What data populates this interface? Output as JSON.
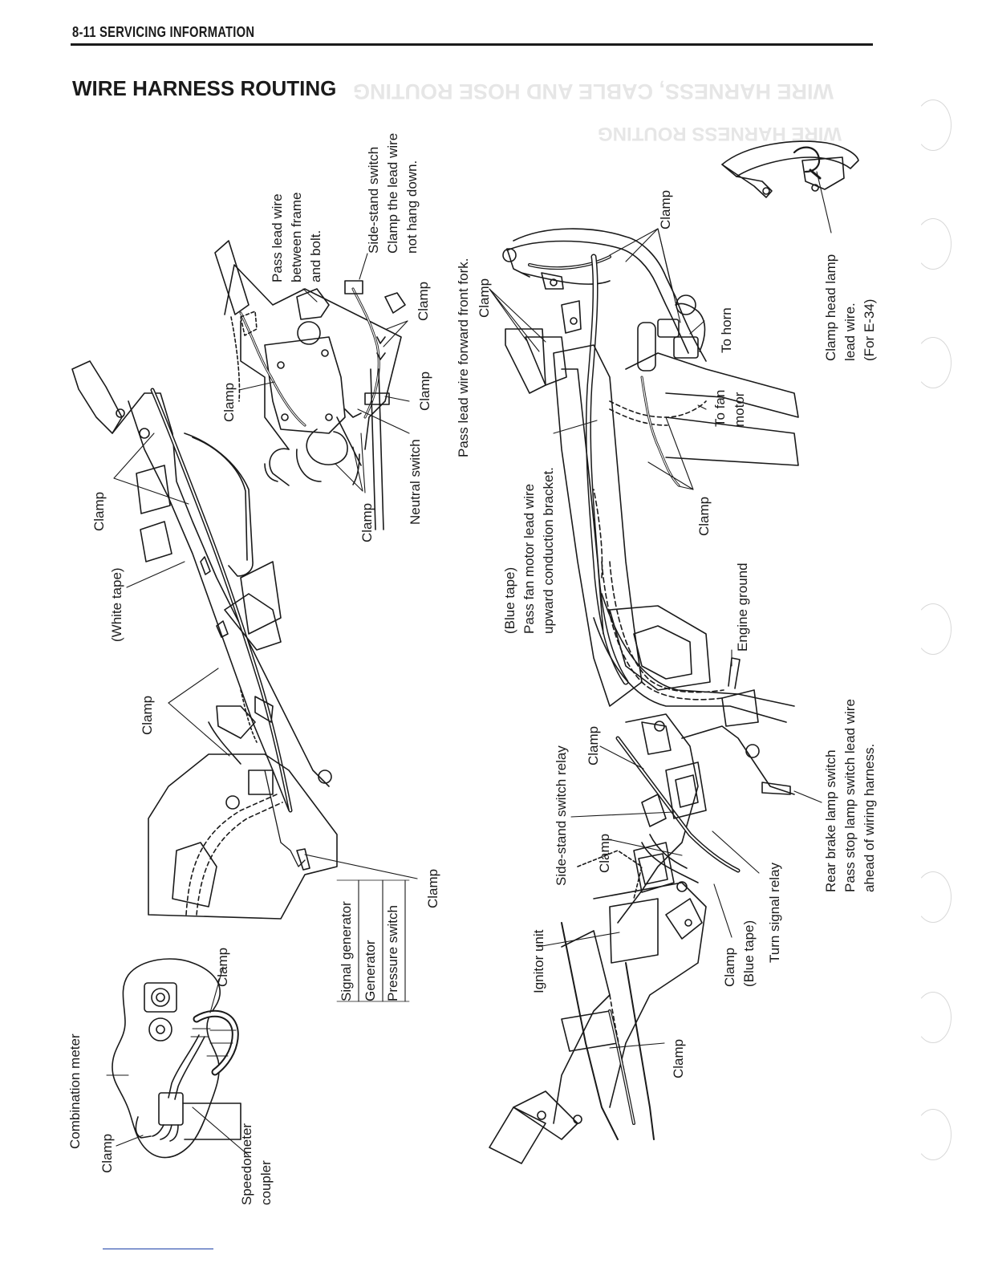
{
  "header": {
    "text": "8-11  SERVICING INFORMATION"
  },
  "title": "WIRE HARNESS ROUTING",
  "bleed_through": {
    "line1": "WIRE HARNESS, CABLE AND HOSE ROUTING",
    "line2": "WIRE HARNESS ROUTING"
  },
  "labels": {
    "combination_meter": "Combination meter",
    "clamp_meter": "Clamp",
    "speedometer_coupler_1": "Speedometer",
    "speedometer_coupler_2": "coupler",
    "clamp_meter_top": "Clamp",
    "signal_generator": "Signal generator",
    "generator": "Generator",
    "pressure_switch": "Pressure switch",
    "clamp_sg": "Clamp",
    "white_tape": "(White tape)",
    "clamp_upper_left": "Clamp",
    "clamp_mid_left": "Clamp",
    "clamp_engine_1": "Clamp",
    "clamp_engine_2": "Clamp",
    "neutral_switch": "Neutral switch",
    "clamp_engine_3": "Clamp",
    "clamp_engine_4": "Clamp",
    "pass_lead_1": "Pass lead wire",
    "pass_lead_2": "between frame",
    "pass_lead_3": "and bolt.",
    "side_stand_1": "Side-stand switch",
    "side_stand_2": "Clamp the lead wire",
    "side_stand_3": "not hang down.",
    "pass_fork": "Pass lead wire forward front fork.",
    "clamp_fork": "Clamp",
    "clamp_top_right": "Clamp",
    "to_horn": "To horn",
    "to_fan_1": "To fan",
    "to_fan_2": "motor",
    "head_lamp_1": "Clamp head lamp",
    "head_lamp_2": "lead wire.",
    "head_lamp_3": "(For E-34)",
    "clamp_fan": "Clamp",
    "blue_tape_1": "(Blue tape)",
    "blue_tape_2": "Pass fan motor lead wire",
    "blue_tape_3": "upward conduction bracket.",
    "engine_ground": "Engine ground",
    "rear_brake_1": "Rear brake lamp switch",
    "rear_brake_2": "Pass stop lamp switch lead wire",
    "rear_brake_3": "ahead of wiring harness.",
    "side_stand_relay": "Side-stand switch relay",
    "clamp_relay_1": "Clamp",
    "clamp_relay_2": "Clamp",
    "turn_signal_relay": "Turn signal relay",
    "clamp_blue_1": "Clamp",
    "clamp_blue_2": "(Blue tape)",
    "ignitor_unit": "Ignitor unit",
    "clamp_bottom": "Clamp"
  }
}
